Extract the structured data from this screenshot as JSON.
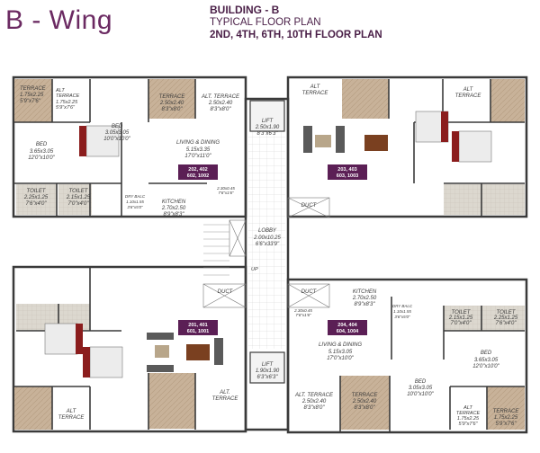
{
  "header": {
    "wing_title": "B - Wing",
    "building": "BUILDING - B",
    "typical": "TYPICAL FLOOR PLAN",
    "floors": "2ND, 4TH, 6TH, 10TH FLOOR PLAN"
  },
  "colors": {
    "brand": "#6b2a62",
    "tag_bg": "#5b1f55",
    "wall": "#3a3a3a",
    "terrace": "#c9b49b",
    "toilet": "#d9d5cc"
  },
  "rooms": {
    "tl_terrace": {
      "name": "TERRACE",
      "dim1": "1.75x2.25",
      "dim2": "5'9\"x7'6\""
    },
    "tl_alt_terrace": {
      "name": "ALT TERRACE",
      "dim1": "1.75x2.25",
      "dim2": "5'9\"x7'6\""
    },
    "tl_bed": {
      "name": "BED",
      "dim1": "3.65x3.05",
      "dim2": "12'0\"x10'0\""
    },
    "tl_toilet1": {
      "name": "TOILET",
      "dim1": "2.25x1.25",
      "dim2": "7'6\"x4'0\""
    },
    "tl_toilet2": {
      "name": "TOILET",
      "dim1": "2.15x1.25",
      "dim2": "7'0\"x4'0\""
    },
    "tl_bed2": {
      "name": "BED",
      "dim1": "3.05x3.05",
      "dim2": "10'0\"x10'0\""
    },
    "tl_terrace2": {
      "name": "TERRACE",
      "dim1": "2.50x2.40",
      "dim2": "8'3\"x8'0\""
    },
    "tl_alt_terrace2": {
      "name": "ALT. TERRACE",
      "dim1": "2.50x2.40",
      "dim2": "8'3\"x8'0\""
    },
    "tl_living": {
      "name": "LIVING & DINING",
      "dim1": "5.15x3.35",
      "dim2": "17'0\"x11'0\""
    },
    "tl_dry_balc": {
      "name": "DRY BALC",
      "dim1": "1.10x1.55",
      "dim2": "3'6\"x5'0\""
    },
    "tl_kitchen": {
      "name": "KITCHEN",
      "dim1": "2.70x2.50",
      "dim2": "8'9\"x8'3\""
    },
    "tl_passage": {
      "dim1": "2.30x0.45",
      "dim2": "7'6\"x1'6\""
    },
    "lift_top": {
      "name": "LIFT",
      "dim1": "2.50x1.90",
      "dim2": "8'3\"x6'3\""
    },
    "lobby": {
      "name": "LOBBY",
      "dim1": "2.00x10.25",
      "dim2": "6'6\"x33'9\""
    },
    "stair_up": "UP",
    "duct": "DUCT",
    "lift_bottom": {
      "name": "LIFT",
      "dim1": "1.90x1.90",
      "dim2": "6'3\"x6'3\""
    },
    "tr_alt_terrace": {
      "name": "ALT TERRACE"
    },
    "tr_alt_terrace2": {
      "name": "ALT TERRACE"
    },
    "br_kitchen": {
      "name": "KITCHEN",
      "dim1": "2.70x2.50",
      "dim2": "8'9\"x8'3\""
    },
    "br_dry_balc": {
      "name": "DRY BALC",
      "dim1": "1.10x1.55",
      "dim2": "3'6\"x5'0\""
    },
    "br_passage": {
      "dim1": "2.30x0.45",
      "dim2": "7'6\"x1'6\""
    },
    "br_living": {
      "name": "LIVING & DINING",
      "dim1": "5.15x3.05",
      "dim2": "17'0\"x10'0\""
    },
    "br_toilet1": {
      "name": "TOILET",
      "dim1": "2.15x1.25",
      "dim2": "7'0\"x4'0\""
    },
    "br_toilet2": {
      "name": "TOILET",
      "dim1": "2.25x1.25",
      "dim2": "7'6\"x4'0\""
    },
    "br_bed": {
      "name": "BED",
      "dim1": "3.65x3.05",
      "dim2": "12'0\"x10'0\""
    },
    "br_bed2": {
      "name": "BED",
      "dim1": "3.05x3.05",
      "dim2": "10'0\"x10'0\""
    },
    "br_alt_terrace": {
      "name": "ALT. TERRACE",
      "dim1": "2.50x2.40",
      "dim2": "8'3\"x8'0\""
    },
    "br_terrace": {
      "name": "TERRACE",
      "dim1": "2.50x2.40",
      "dim2": "8'3\"x8'0\""
    },
    "br_alt_terrace2": {
      "name": "ALT TERRACE",
      "dim1": "1.75x2.25",
      "dim2": "5'9\"x7'6\""
    },
    "br_terrace2": {
      "name": "TERRACE",
      "dim1": "1.75x2.25",
      "dim2": "5'9\"x7'6\""
    },
    "bl_alt_terrace": {
      "name": "ALT TERRACE"
    },
    "bl_alt_terrace2": {
      "name": "ALT TERRACE"
    }
  },
  "flat_tags": {
    "tl": {
      "line1": "202, 402",
      "line2": "602, 1002"
    },
    "tr": {
      "line1": "203, 403",
      "line2": "603, 1003"
    },
    "bl": {
      "line1": "201, 401",
      "line2": "601, 1001"
    },
    "br": {
      "line1": "204, 404",
      "line2": "604, 1004"
    }
  }
}
